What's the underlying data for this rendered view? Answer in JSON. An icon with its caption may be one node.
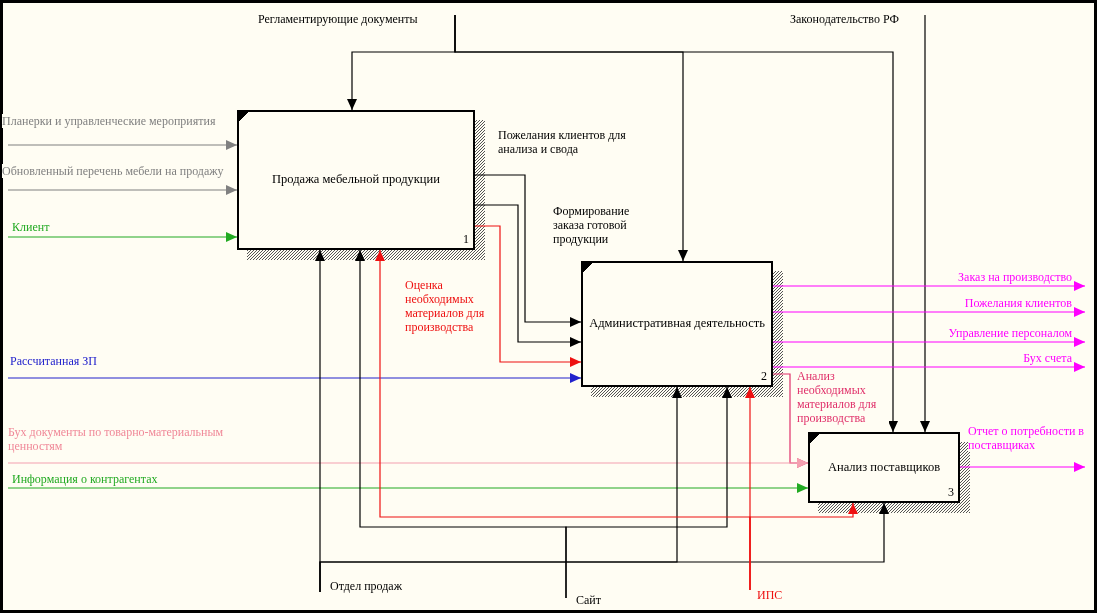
{
  "diagram": {
    "nodes": [
      {
        "text": [
          "Продажа мебельной продукции",
          "1"
        ]
      },
      {
        "text": [
          "Административная деятельность",
          "2"
        ]
      },
      {
        "text": [
          "Анализ поставщиков",
          "3"
        ]
      }
    ],
    "edges": [
      {
        "from": null,
        "to": 0,
        "arrow": "to",
        "label": "Регламентирующие документы"
      },
      {
        "from": null,
        "to": 1,
        "arrow": "to"
      },
      {
        "from": null,
        "to": 2,
        "arrow": "to"
      },
      {
        "from": null,
        "to": 2,
        "arrow": "to",
        "label": "Законодательство РФ"
      },
      {
        "from": null,
        "to": 0,
        "arrow": "to",
        "label": "Планерки и управленческие мероприятия",
        "color": "#808080"
      },
      {
        "from": null,
        "to": 0,
        "arrow": "to",
        "label": "Обновленный перечень мебели на продажу",
        "color": "#808080"
      },
      {
        "from": null,
        "to": 0,
        "arrow": "to",
        "label": "Клиент",
        "color": "#22aa22"
      },
      {
        "from": 0,
        "to": 1,
        "arrow": "to",
        "label": "Пожелания клиентов для анализа и свода"
      },
      {
        "from": 0,
        "to": 1,
        "arrow": "to",
        "label": "Формирование заказа готовой продукции"
      },
      {
        "from": 0,
        "to": 1,
        "arrow": "to",
        "label": "Оценка необходимых материалов для производства",
        "color": "#ee1111"
      },
      {
        "from": null,
        "to": 1,
        "arrow": "to",
        "label": "Рассчитанная ЗП",
        "color": "#2222cc"
      },
      {
        "from": 1,
        "to": null,
        "arrow": "to",
        "label": "Заказ на производство",
        "color": "#ff00ff"
      },
      {
        "from": 1,
        "to": null,
        "arrow": "to",
        "label": "Пожелания клиентов",
        "color": "#ff00ff"
      },
      {
        "from": 1,
        "to": null,
        "arrow": "to",
        "label": "Управление персоналом",
        "color": "#ff00ff"
      },
      {
        "from": 1,
        "to": null,
        "arrow": "to",
        "label": "Бух счета",
        "color": "#ff00ff"
      },
      {
        "from": 1,
        "to": 2,
        "arrow": "to",
        "label": "Анализ необходимых материалов для производства",
        "color": "#e0306a"
      },
      {
        "from": null,
        "to": 2,
        "arrow": "to",
        "label": "Бух документы по товарно-материальным ценностям",
        "color": "#f4a0b0"
      },
      {
        "from": null,
        "to": 2,
        "arrow": "to",
        "label": "Информация о контрагентах",
        "color": "#22aa22"
      },
      {
        "from": 2,
        "to": null,
        "arrow": "to",
        "label": "Отчет о потребности в поставщиках",
        "color": "#ff00ff"
      },
      {
        "from": null,
        "to": 0,
        "arrow": "to",
        "label": "Отдел продаж"
      },
      {
        "from": null,
        "to": 1,
        "arrow": "to"
      },
      {
        "from": null,
        "to": 2,
        "arrow": "to"
      },
      {
        "from": null,
        "to": 0,
        "arrow": "to"
      },
      {
        "from": null,
        "to": 1,
        "arrow": "to",
        "label": "Сайт"
      },
      {
        "from": null,
        "to": 0,
        "arrow": "to",
        "color": "#ee1111"
      },
      {
        "from": null,
        "to": 1,
        "arrow": "to",
        "color": "#ee1111"
      },
      {
        "from": null,
        "to": 2,
        "arrow": "to",
        "label": "ИПС",
        "color": "#ee1111"
      }
    ]
  }
}
